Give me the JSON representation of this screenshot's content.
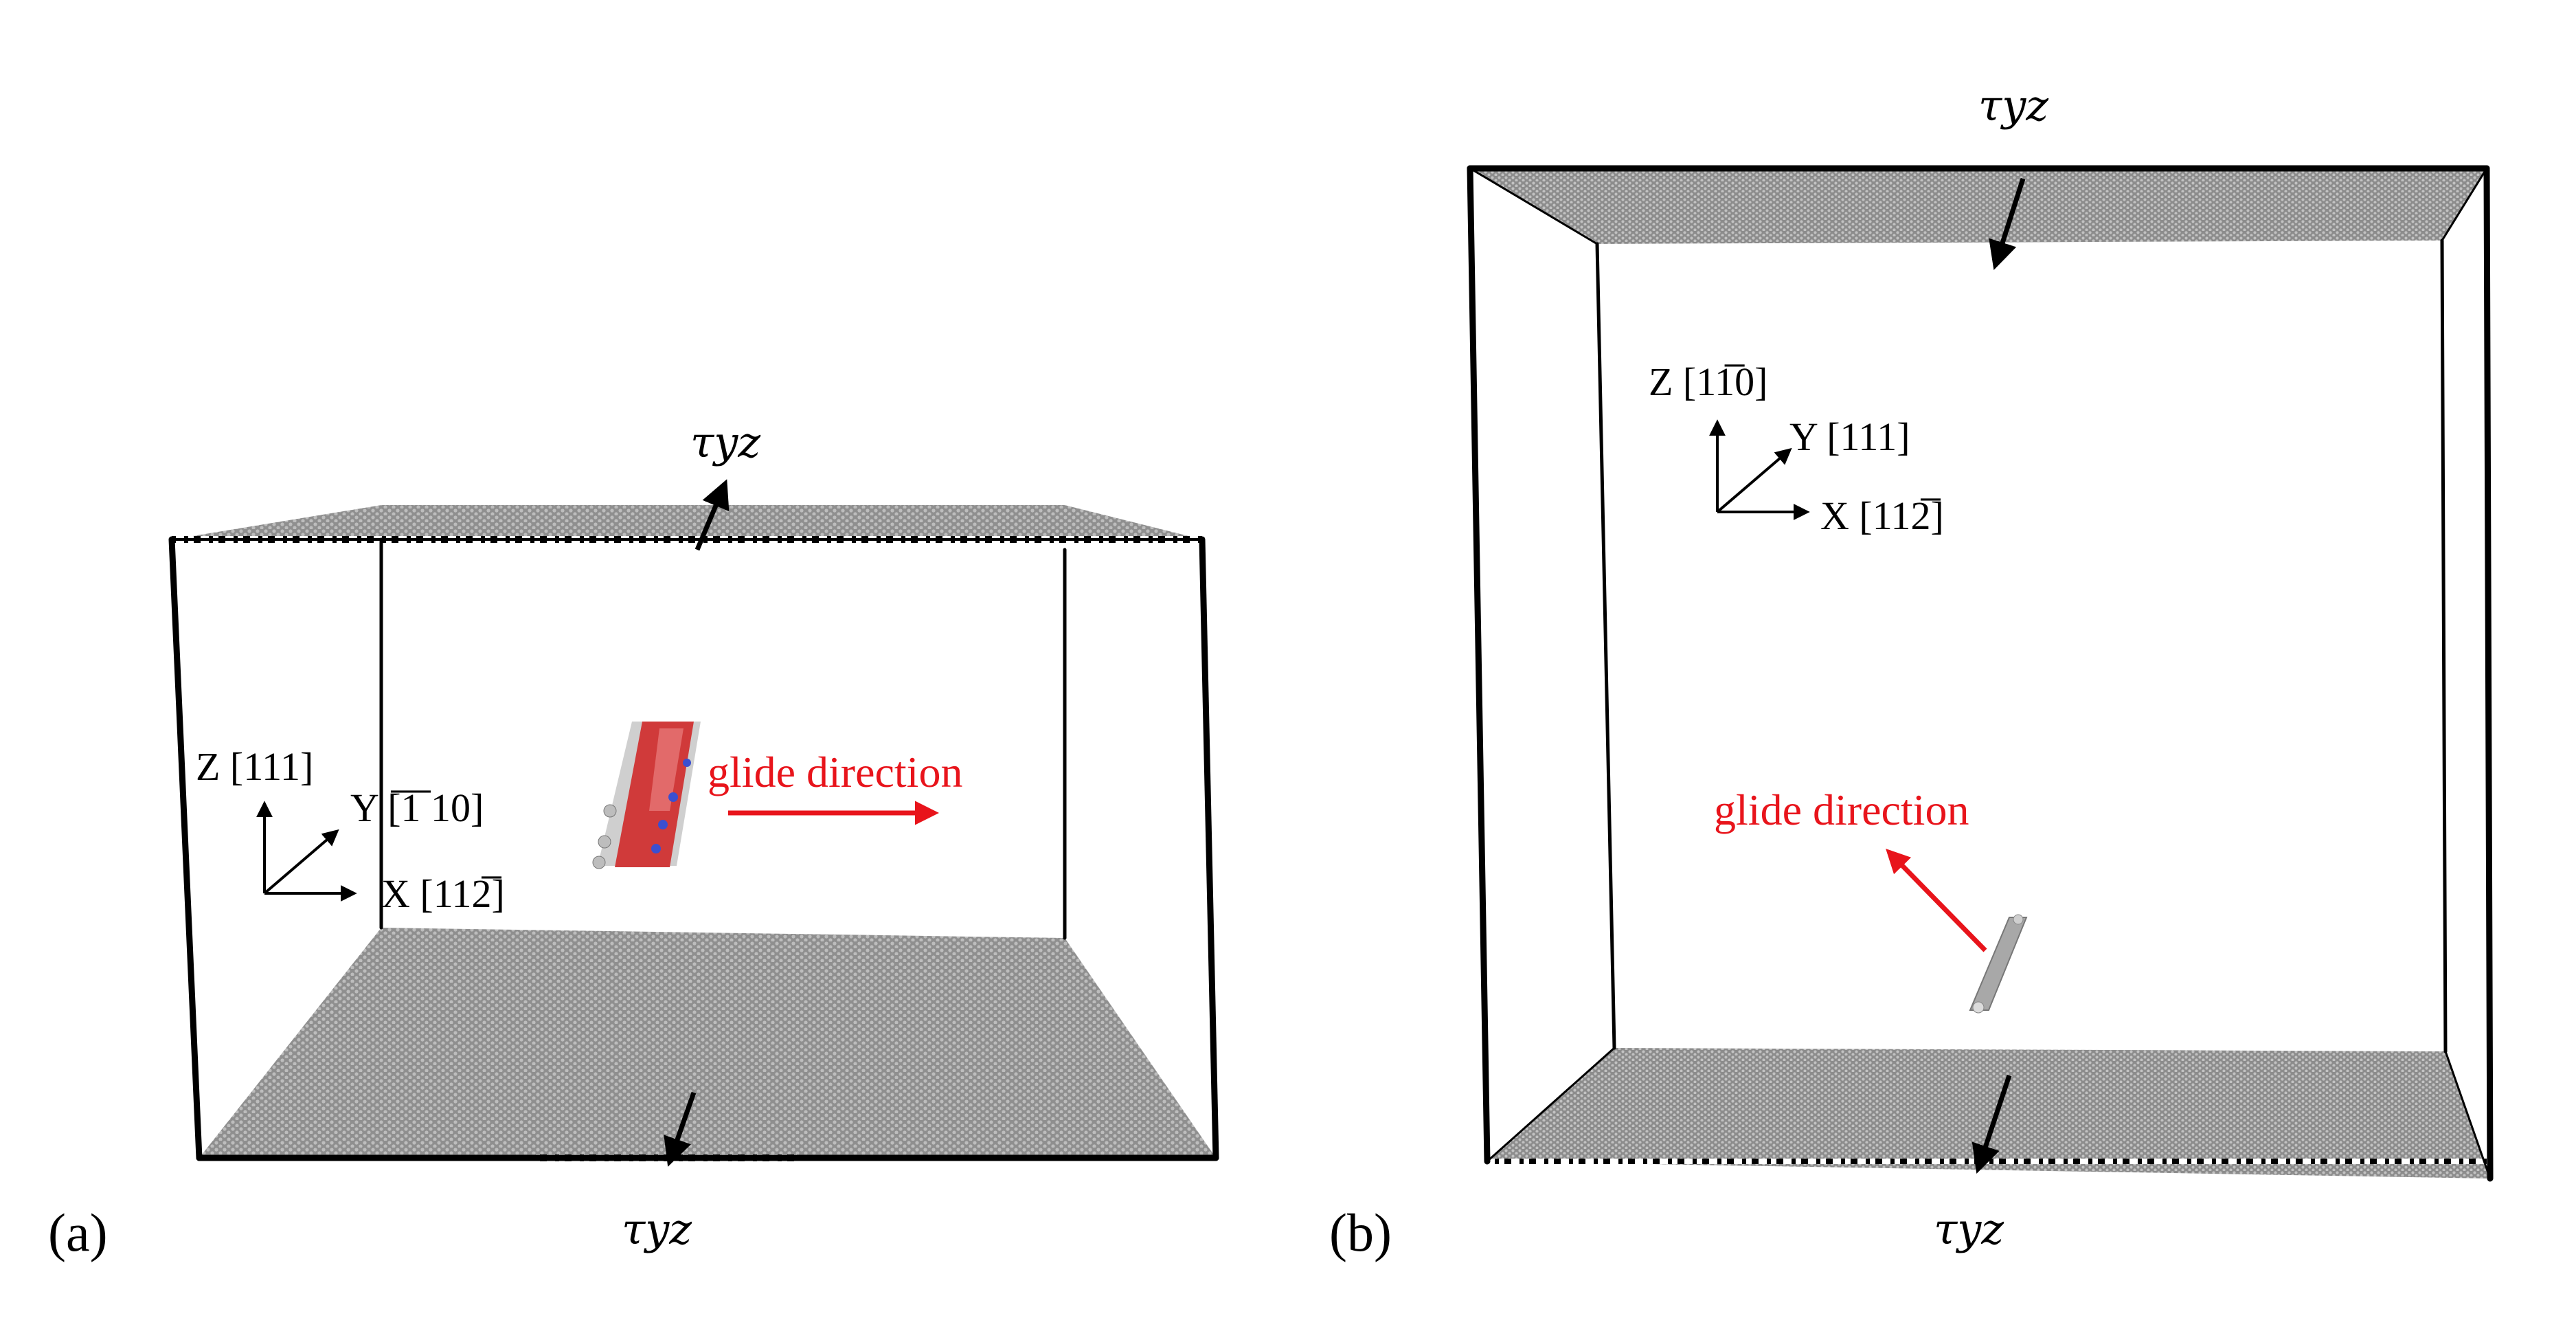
{
  "panels": [
    {
      "id": "a",
      "panel_label": "(a)",
      "stress_top": "τyz",
      "stress_bottom": "τyz",
      "axes": {
        "z": "Z [111]",
        "y": "Y [̅1̅ 10]",
        "x": "X [112̅]"
      },
      "glide_label": "glide direction"
    },
    {
      "id": "b",
      "panel_label": "(b)",
      "stress_top": "τyz",
      "stress_bottom": "τyz",
      "axes": {
        "z": "Z [11̅0]",
        "y": "Y [111]",
        "x": "X [112̅]"
      },
      "glide_label": "glide direction"
    }
  ],
  "colors": {
    "box_edge": "#000000",
    "plate": "#9a9a9a",
    "plate_light": "#c8c8c8",
    "glide_arrow": "#e8141b",
    "dislocation_red": "#d03a3a",
    "dislocation_blue": "#3b4fd0",
    "dislocation_gray": "#a8a8a8"
  }
}
